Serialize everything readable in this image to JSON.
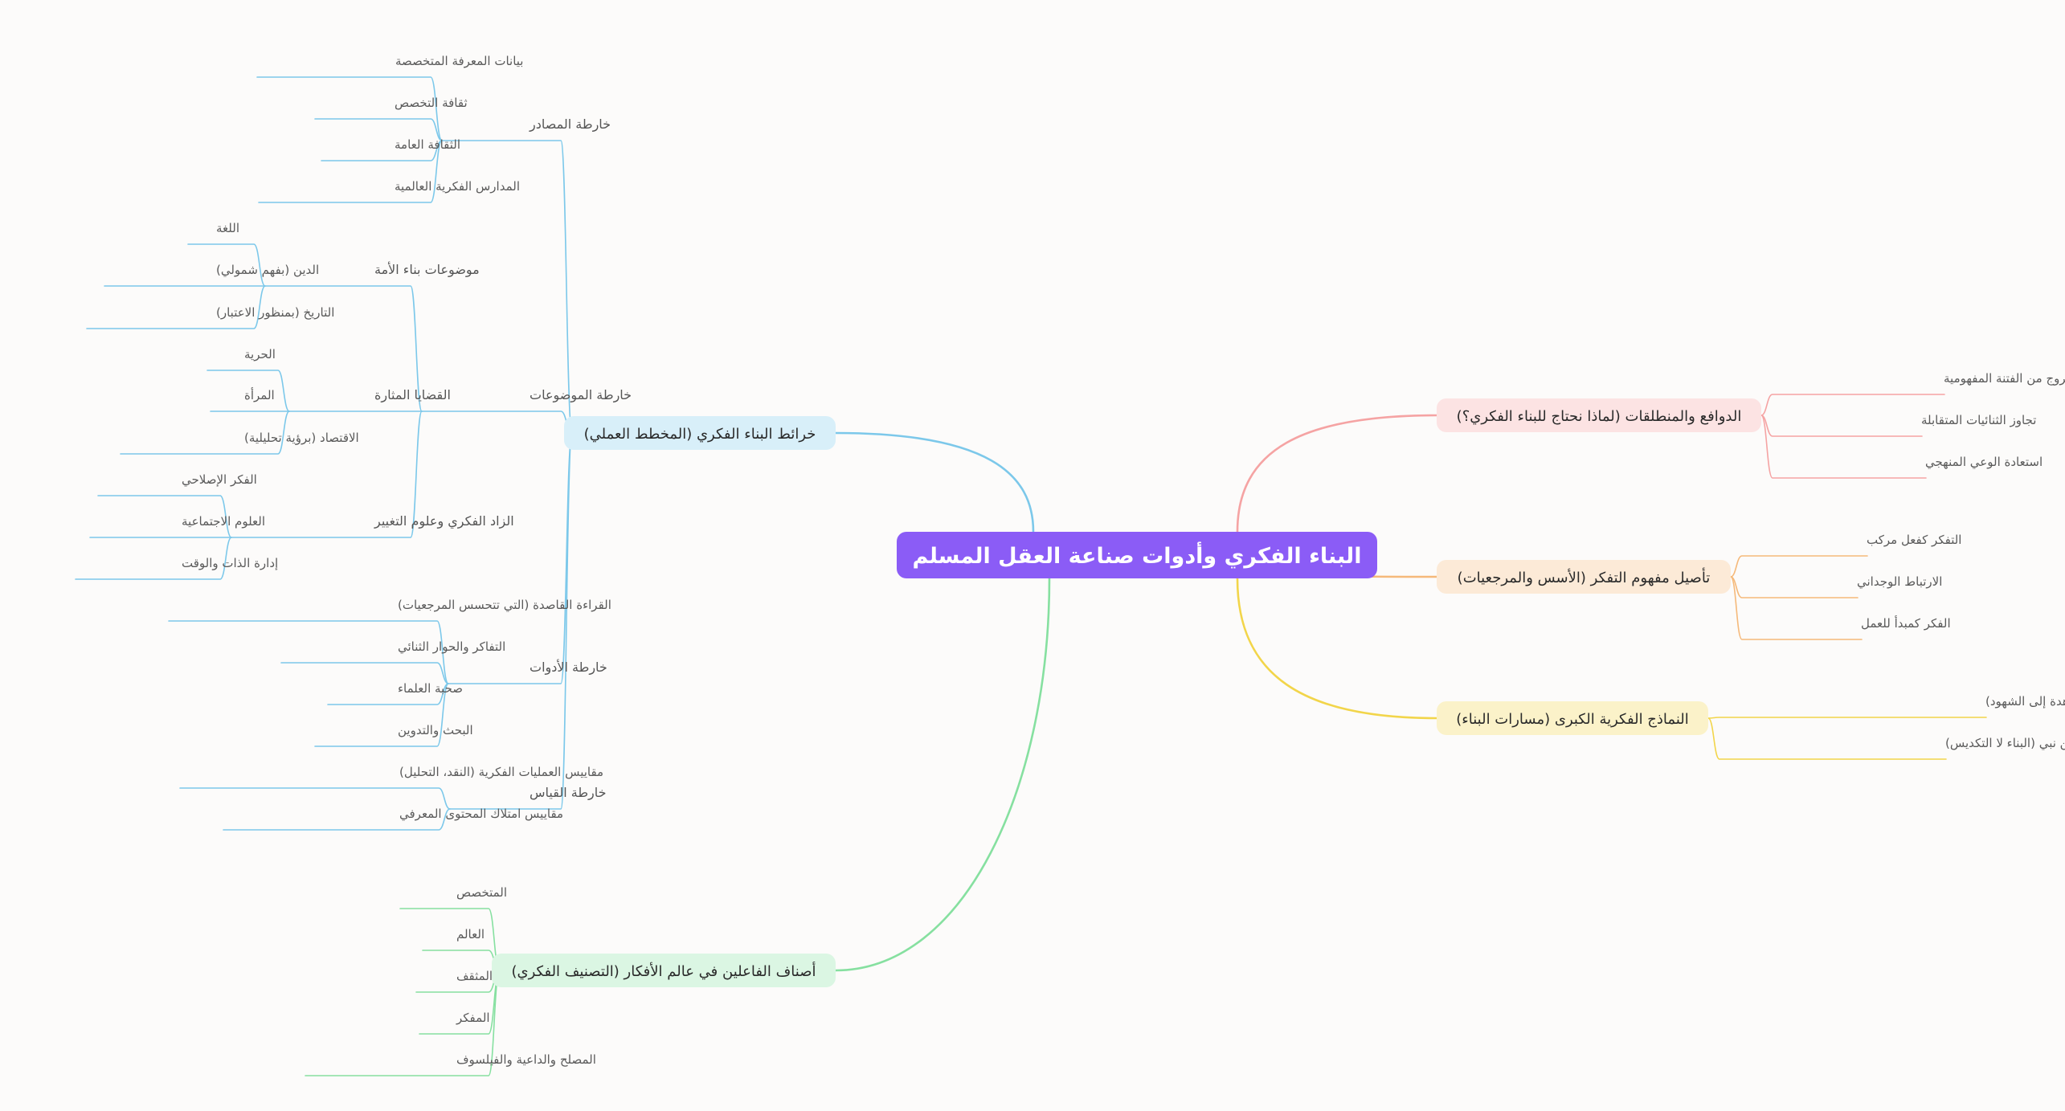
{
  "colors": {
    "background": "#fcfbfa",
    "central": "#8b5cf6",
    "motives": "#f5a3a3",
    "concept": "#f5b97a",
    "models": "#f2d54a",
    "maps": "#7cc8ea",
    "actors": "#86e0a0"
  },
  "mindmap": {
    "central": "البناء الفكري وأدوات صناعة العقل المسلم",
    "motives": {
      "label": "الدوافع والمنطلقات (لماذا نحتاج للبناء الفكري؟)",
      "items": [
        "الخروج من الفتنة المفهومية",
        "تجاوز الثنائيات المتقابلة",
        "استعادة الوعي المنهجي"
      ]
    },
    "concept": {
      "label": "تأصيل مفهوم التفكر (الأسس والمرجعيات)",
      "items": [
        "التفكر كفعل مركب",
        "الارتباط الوجداني",
        "الفكر كمبدأ للعمل"
      ]
    },
    "models": {
      "label": "النماذج الفكرية الكبرى (مسارات البناء)",
      "items": [
        "نموذج مالك بدري (من المشاهدة إلى الشهود)",
        "نموذج مالك بن نبي (البناء لا التكديس)"
      ]
    },
    "maps": {
      "label": "خرائط البناء الفكري (المخطط العملي)",
      "sources": {
        "label": "خارطة المصادر",
        "items": [
          "بيانات المعرفة المتخصصة",
          "ثقافة التخصص",
          "الثقافة العامة",
          "المدارس الفكرية العالمية"
        ]
      },
      "topics": {
        "label": "خارطة الموضوعات",
        "nation": {
          "label": "موضوعات بناء الأمة",
          "items": [
            "اللغة",
            "الدين (بفهم شمولي)",
            "التاريخ (بمنظور الاعتبار)"
          ]
        },
        "issues": {
          "label": "القضايا المثارة",
          "items": [
            "الحرية",
            "المرأة",
            "الاقتصاد (برؤية تحليلية)"
          ]
        },
        "change": {
          "label": "الزاد الفكري وعلوم التغيير",
          "items": [
            "الفكر الإصلاحي",
            "العلوم الاجتماعية",
            "إدارة الذات والوقت"
          ]
        }
      },
      "tools": {
        "label": "خارطة الأدوات",
        "items": [
          "القراءة القاصدة (التي تتحسس المرجعيات)",
          "التفاكر والحوار الثنائي",
          "صحبة العلماء",
          "البحث والتدوين"
        ]
      },
      "measure": {
        "label": "خارطة القياس",
        "items": [
          "مقاييس العمليات الفكرية (النقد، التحليل)",
          "مقاييس امتلاك المحتوى المعرفي"
        ]
      }
    },
    "actors": {
      "label": "أصناف الفاعلين في عالم الأفكار (التصنيف الفكري)",
      "items": [
        "المتخصص",
        "العالم",
        "المثقف",
        "المفكر",
        "المصلح والداعية والفيلسوف"
      ]
    }
  }
}
